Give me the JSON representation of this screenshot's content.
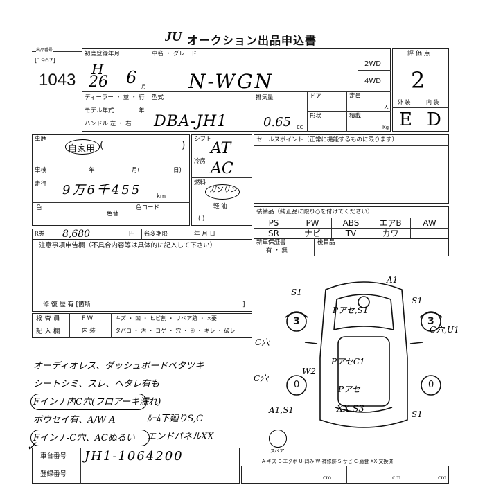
{
  "header": {
    "logo": "JU",
    "title": "オークション出品申込書"
  },
  "entry": {
    "year_label": "[1967]",
    "lot_number": "1043"
  },
  "first_reg": {
    "label": "初度登録年月",
    "era": "H",
    "year": "26",
    "month": "6",
    "month_unit": "月"
  },
  "car_name": {
    "label": "車名 ・ グレード",
    "value": "N-WGN"
  },
  "drive": {
    "opt1": "2WD",
    "opt2": "4WD"
  },
  "rating": {
    "label": "評 価 点",
    "value": "2",
    "ext_label": "外 装",
    "int_label": "内 装",
    "ext_value": "E",
    "int_value": "D"
  },
  "dealer": {
    "label": "ディーラー ・ 並 ・ 行",
    "model_year_label": "モデル年式",
    "year_unit": "年",
    "handle_label": "ハンドル 左 ・ 右"
  },
  "model": {
    "label": "型式",
    "value": "DBA-JH1"
  },
  "displacement": {
    "label": "排気量",
    "value": "0.65",
    "unit": "cc"
  },
  "door": {
    "label": "ドア"
  },
  "capacity": {
    "label": "定員",
    "unit": "人"
  },
  "shape": {
    "label": "形状"
  },
  "load": {
    "label": "積載",
    "unit": "Kg"
  },
  "history": {
    "label": "車歴",
    "value": "自家用",
    "paren_open": "(",
    "paren_close": ")"
  },
  "inspection": {
    "label": "車検",
    "year_unit": "年",
    "month_unit": "月(",
    "day_unit": "日)"
  },
  "mileage": {
    "label": "走行",
    "value": "9万6千455",
    "unit": "km"
  },
  "color": {
    "label": "色",
    "change_label": "色替",
    "code_label": "色コード"
  },
  "shift": {
    "label": "シフト",
    "value": "AT"
  },
  "ac": {
    "label": "冷房",
    "value": "AC"
  },
  "fuel": {
    "label": "燃料",
    "value": "ガソリン",
    "alt": "軽 油",
    "paren": "(           )"
  },
  "sales_point": {
    "label": "セールスポイント（正常に機能するものに限ります）"
  },
  "r_ticket": {
    "label": "R券",
    "value": "8,680",
    "unit": "円",
    "title_label": "名変期限",
    "date_units": "年  月  日"
  },
  "equipment": {
    "label": "装備品（純正品に限り○を付けてください）",
    "row1": [
      "PS",
      "PW",
      "ABS",
      "エアB",
      "AW"
    ],
    "row2": [
      "SR",
      "ナビ",
      "TV",
      "カワ",
      ""
    ]
  },
  "warranty": {
    "label": "新車保証書",
    "opt": "有 ・ 無",
    "sub_label": "後目品"
  },
  "notes": {
    "label": "注意事項申告欄（不具合内容等は具体的に記入して下さい）",
    "repair_label": "修 復 歴   有 [箇所",
    "repair_close": "]"
  },
  "inspector": {
    "label1": "検 査 員",
    "label2": "記 入 欄",
    "fw": "F W",
    "interior": "内 装",
    "row1": "キズ ・ 凹 ・ ヒビ割 ・ リペア跡 ・ ×要",
    "row2": "タバコ ・ 汚 ・ コゲ ・ 穴 ・ ④ ・ キレ ・ 破レ"
  },
  "handwritten_notes": [
    "オーディオレス、ダッシュボードベタツキ",
    "シートシミ、スレ、ヘタレ有も",
    "Fインナ内C穴(フロアーキ濡れ)",
    "ボウセイ有、A/W A",
    "Fインナ-C穴、ACぬるい"
  ],
  "center_notes": [
    "ﾙｰﾑ下廻りS,C",
    "エンドパネルXX"
  ],
  "diagram_labels": {
    "a1": "A1",
    "s1_tl": "S1",
    "s1_tr": "S1",
    "s1_br": "S1",
    "front": "Pアセ,S1",
    "roof": "PアセC1",
    "rear": "Pアセ",
    "w2": "W2",
    "ws_r": "C穴,U1",
    "ws_l": "C穴",
    "c_left": "C穴",
    "a1s1": "A1,S1",
    "bumper": "XX S3",
    "n3_l": "3",
    "n3_r": "3",
    "n0_l": "0",
    "n0_r": "0",
    "spare": "スペア"
  },
  "chassis": {
    "label": "車台番号",
    "value": "JH1-1064200"
  },
  "registration": {
    "label": "登録番号"
  },
  "legend": {
    "text": "A-キズ  E-エクボ  U-凹み  W-補修跡  S-サビ  C-腐食  XX-交換済"
  },
  "dims": {
    "unit1": "cm",
    "unit2": "cm",
    "unit3": "cm"
  }
}
